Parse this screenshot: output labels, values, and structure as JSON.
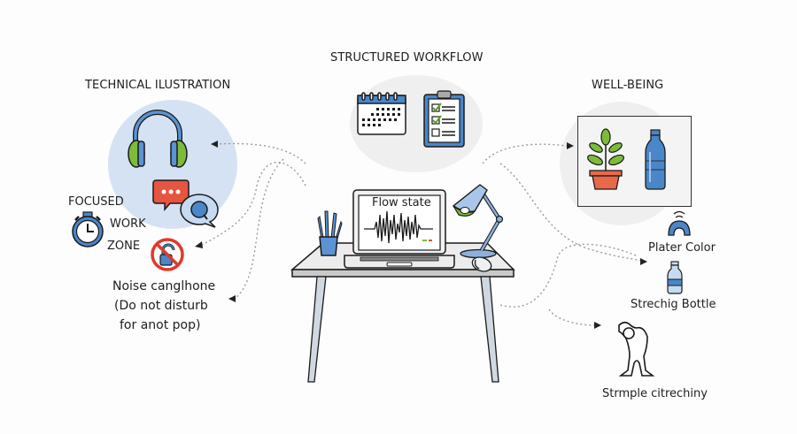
{
  "sections": {
    "technical": {
      "title": "TECHNICAL ILUSTRATION"
    },
    "workflow": {
      "title": "STRUCTURED WORKFLOW"
    },
    "wellbeing": {
      "title": "WELL-BEING"
    }
  },
  "left": {
    "focus_zone": {
      "line1": "FOCUSED",
      "line2": "WORK",
      "line3": "ZONE"
    },
    "noise_caption": {
      "line1": "Noise canglhone",
      "line2": "(Do not disturb",
      "line3": "for anot pop)"
    }
  },
  "center": {
    "screen_title": "Flow state"
  },
  "right": {
    "item1": "Plater Color",
    "item2": "Strechig Bottle",
    "item3": "Strmple citrechiny"
  },
  "icons": [
    "headphones-icon",
    "chat-bubble-icon",
    "search-bubble-icon",
    "stopwatch-icon",
    "do-not-disturb-icon",
    "calendar-icon",
    "checklist-clipboard-icon",
    "laptop-icon",
    "pencil-cup-icon",
    "desk-lamp-icon",
    "mouse-icon",
    "plant-icon",
    "water-bottle-icon",
    "chair-support-icon",
    "small-bottle-icon",
    "stretching-person-icon"
  ],
  "colors": {
    "accent_blue": "#4a86c8",
    "light_blue": "#d6e3f3",
    "green": "#7dbb3a",
    "red": "#e0533f",
    "pot_orange": "#e8694a",
    "gray_circle": "#eeeeee"
  }
}
